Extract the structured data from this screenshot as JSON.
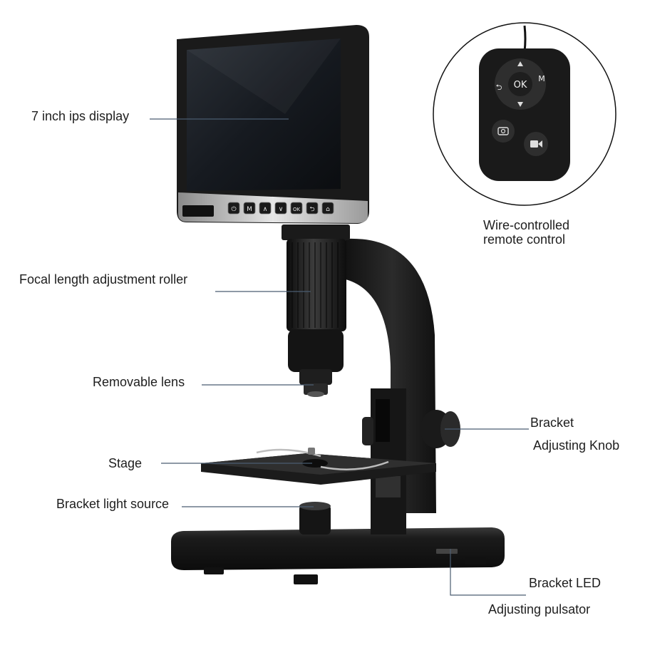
{
  "labels": {
    "display": "7 inch ips display",
    "roller": "Focal length adjustment roller",
    "lens": "Removable lens",
    "stage": "Stage",
    "light": "Bracket light source",
    "remote_line1": "Wire-controlled",
    "remote_line2": "remote control",
    "knob_line1": "Bracket",
    "knob_line2": "Adjusting Knob",
    "led_line1": "Bracket LED",
    "led_line2": "Adjusting pulsator"
  },
  "screen_buttons": [
    "⏻",
    "M",
    "∧",
    "∨",
    "OK",
    "⮌",
    "⌂"
  ],
  "remote": {
    "ok": "OK",
    "mode": "M",
    "back": "⮌"
  },
  "colors": {
    "leader": "#4a5c70",
    "body": "#1c1c1c",
    "body_light": "#3a3a3a",
    "screen": "#151a22"
  }
}
